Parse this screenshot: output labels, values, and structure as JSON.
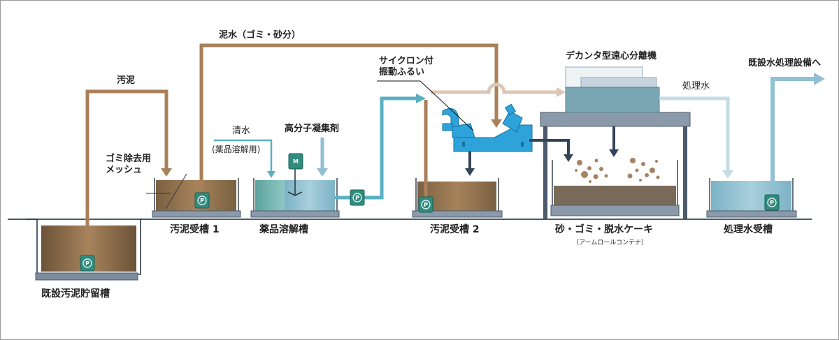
{
  "labels": {
    "existing_tank": "既設汚泥貯留槽",
    "sludge_tank_1": "汚泥受槽 1",
    "chem_tank": "薬品溶解槽",
    "sludge_tank_2": "汚泥受槽 2",
    "cake": "砂・ゴミ・脱水ケーキ",
    "container": "（アームロールコンテナ）",
    "treated_tank": "処理水受槽",
    "sludge_flow": "汚泥",
    "mud_water": "泥水（ゴミ・砂分）",
    "mesh_line1": "ゴミ除去用",
    "mesh_line2": "メッシュ",
    "clear_water": "清水",
    "clear_water_note": "(薬品溶解用)",
    "flocculant": "高分子凝集剤",
    "cyclone_line1": "サイクロン付",
    "cyclone_line2": "振動ふるい",
    "decanter": "デカンタ型遠心分離機",
    "treated_water": "処理水",
    "to_existing": "既設水処理設備へ"
  },
  "icons": {
    "pump": "P",
    "motor": "M"
  },
  "colors": {
    "sludge": "#a8805a",
    "water": "#8fc0d4",
    "water_pipe": "#5ab0c2",
    "light_water": "#c4dde3",
    "equipment": "#33a4d8",
    "frame": "#4c5a6b",
    "pump": "#2f8c7e"
  }
}
